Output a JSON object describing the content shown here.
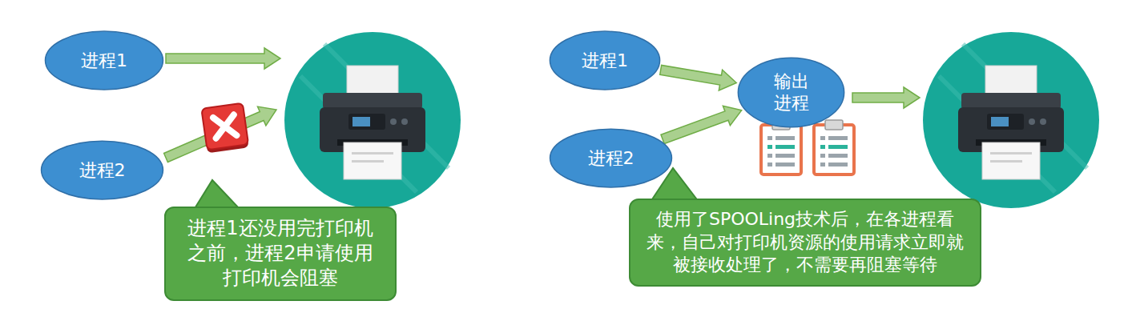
{
  "diagram": {
    "nodes": [
      {
        "text": [
          "进程1"
        ]
      },
      {
        "text": [
          "进程2"
        ]
      },
      {
        "text": [
          "进程1还没用完打印机之前，进程2申请使用打印机会阻塞"
        ]
      },
      {
        "text": [
          "进程1"
        ]
      },
      {
        "text": [
          "输出进程"
        ]
      },
      {
        "text": [
          "进程2"
        ]
      },
      {
        "text": [
          "使用了SPOOLing技术后，在各进程看来，自己对打印机资源的使用请求立即就被接收处理了，不需要再阻塞等待"
        ]
      }
    ],
    "edges": [
      {
        "from": 3,
        "to": 4,
        "arrow": "to"
      },
      {
        "from": 5,
        "to": 4,
        "arrow": "to"
      }
    ]
  }
}
